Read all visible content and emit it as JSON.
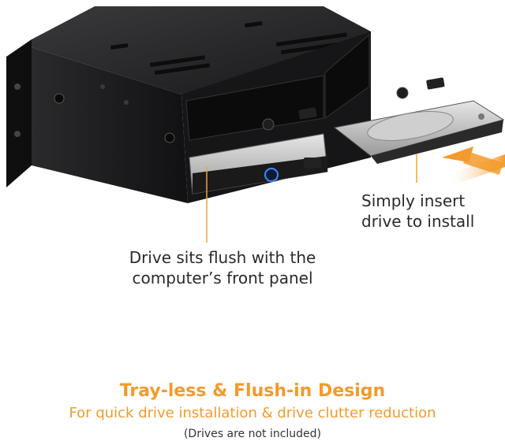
{
  "callouts": {
    "insert": {
      "line1": "Simply insert",
      "line2": "drive to install"
    },
    "flush": {
      "line1": "Drive sits flush with the",
      "line2": "computer’s front panel"
    }
  },
  "headline": "Tray-less & Flush-in Design",
  "subline": "For quick drive installation & drive clutter reduction",
  "note": "(Drives are not included)",
  "colors": {
    "accent": "#f39a2b",
    "leader_line": "#f5a032",
    "power_led": "#3a8bff",
    "enclosure": "#1d1d1f"
  }
}
